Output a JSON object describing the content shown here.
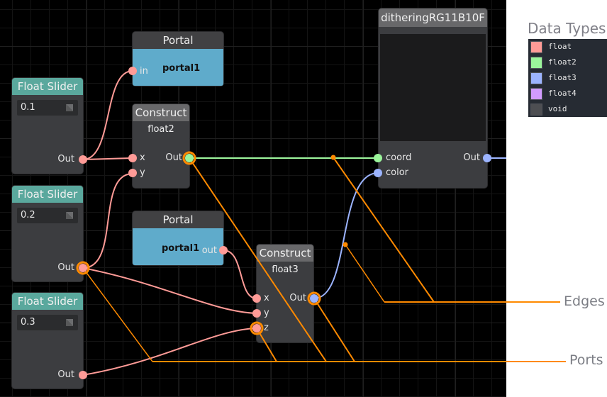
{
  "colors": {
    "float": "#ff9b97",
    "float2": "#9bf59b",
    "float3": "#9cb4ff",
    "float4": "#d29bff",
    "void": "#4d4e52",
    "highlight": "#ff8a00",
    "slider_header": "#5aa89d",
    "portal_body": "#5fabcb"
  },
  "nodes": {
    "slider1": {
      "title": "Float Slider",
      "value": "0.1",
      "out_label": "Out"
    },
    "slider2": {
      "title": "Float Slider",
      "value": "0.2",
      "out_label": "Out"
    },
    "slider3": {
      "title": "Float Slider",
      "value": "0.3",
      "out_label": "Out"
    },
    "portal_in": {
      "title": "Portal",
      "name": "portal1",
      "in_label": "in"
    },
    "portal_out": {
      "title": "Portal",
      "name": "portal1",
      "out_label": "out"
    },
    "construct2": {
      "title": "Construct",
      "subtitle": "float2",
      "inputs": [
        "x",
        "y"
      ],
      "out_label": "Out"
    },
    "construct3": {
      "title": "Construct",
      "subtitle": "float3",
      "inputs": [
        "x",
        "y",
        "z"
      ],
      "out_label": "Out"
    },
    "dither": {
      "title": "ditheringRG11B10F",
      "inputs": [
        "coord",
        "color"
      ],
      "out_label": "Out"
    }
  },
  "legend": {
    "title": "Data Types",
    "items": [
      {
        "label": "float",
        "color": "#ff9b97"
      },
      {
        "label": "float2",
        "color": "#9bf59b"
      },
      {
        "label": "float3",
        "color": "#9cb4ff"
      },
      {
        "label": "float4",
        "color": "#d29bff"
      },
      {
        "label": "void",
        "color": "#4d4e52"
      }
    ]
  },
  "annotations": {
    "edges": "Edges",
    "ports": "Ports"
  }
}
